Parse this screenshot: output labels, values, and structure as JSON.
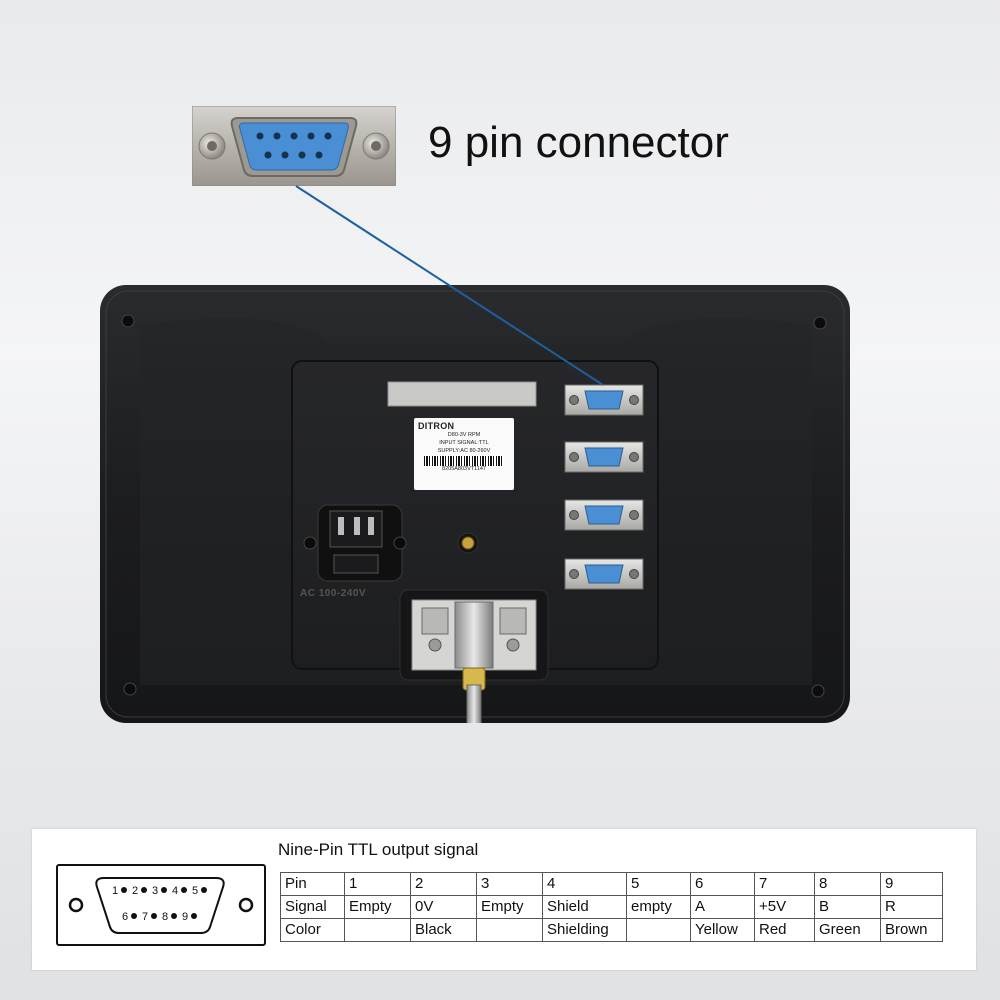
{
  "headline": "9 pin connector",
  "device": {
    "label": {
      "brand": "DITRON",
      "lines": [
        "D80-3V RPM",
        "INPUT SIGNAL:TTL",
        "SUPPLY:AC 80-260V"
      ],
      "serial": "8205A803VT1147"
    },
    "ac_marking": "AC 100-240V"
  },
  "pinout": {
    "title": "Nine-Pin TTL output signal",
    "diagram_pins_top": [
      "1",
      "2",
      "3",
      "4",
      "5"
    ],
    "diagram_pins_bottom": [
      "6",
      "7",
      "8",
      "9"
    ],
    "table": [
      [
        "Pin",
        "1",
        "2",
        "3",
        "4",
        "5",
        "6",
        "7",
        "8",
        "9"
      ],
      [
        "Signal",
        "Empty",
        "0V",
        "Empty",
        "Shield",
        "empty",
        "A",
        "+5V",
        "B",
        "R"
      ],
      [
        "Color",
        "",
        "Black",
        "",
        "Shielding",
        "",
        "Yellow",
        "Red",
        "Green",
        "Brown"
      ]
    ]
  },
  "colors": {
    "connector_blue": "#4a8fd4",
    "device_body": "#1c1d1f",
    "leader_line": "#1f5f9e"
  }
}
